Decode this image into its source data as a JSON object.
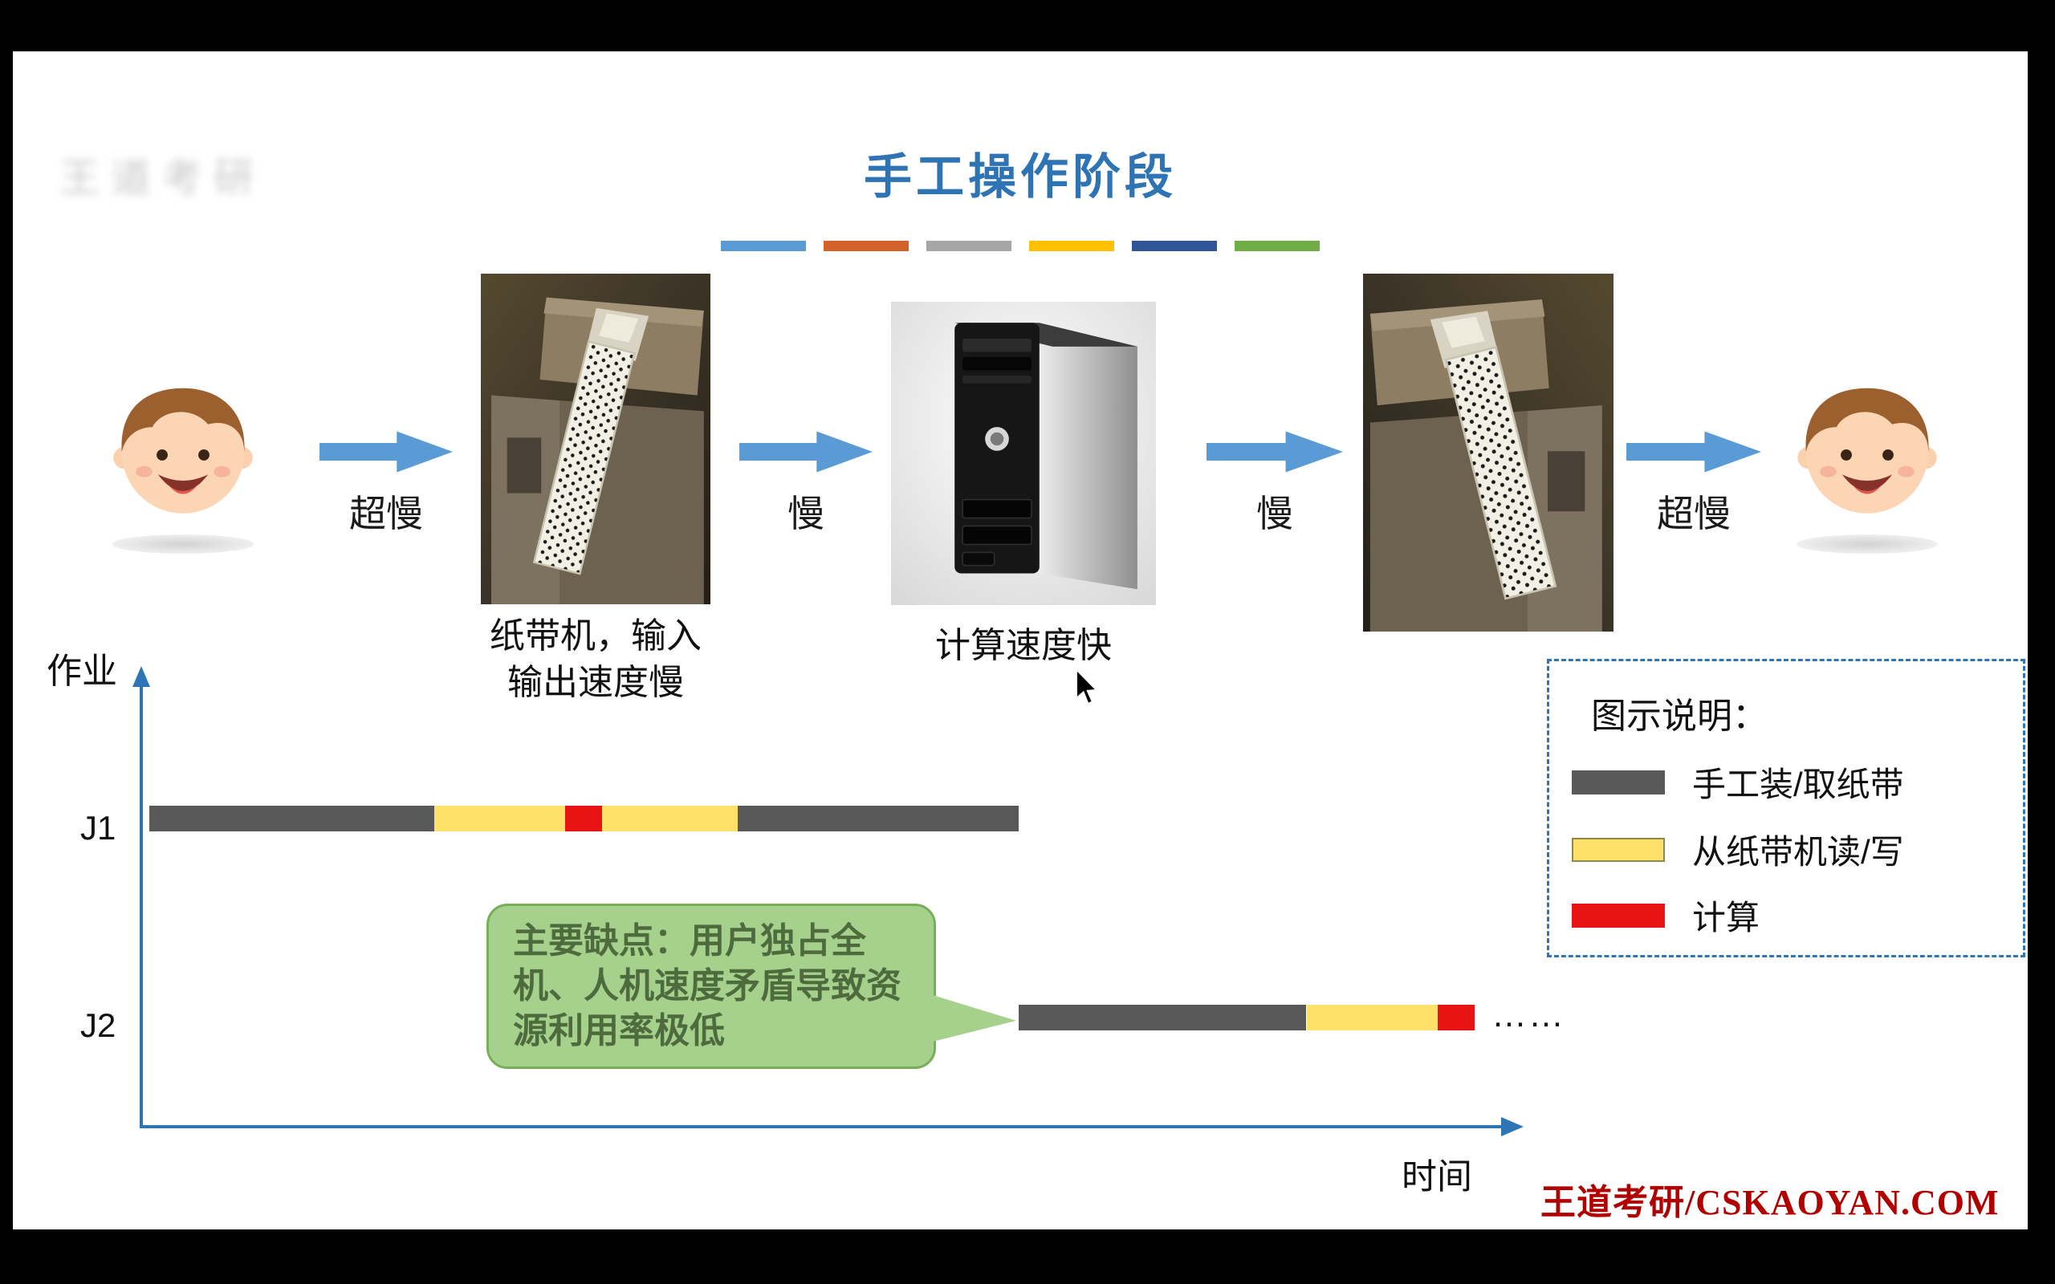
{
  "title": "手工操作阶段",
  "watermark": "王道考研",
  "flow": {
    "arrow_labels": [
      "超慢",
      "慢",
      "慢",
      "超慢"
    ],
    "tape_caption": "纸带机，输入\n输出速度慢",
    "computer_caption": "计算速度快"
  },
  "bubble": {
    "text": "主要缺点：用户独占全机、人机速度矛盾导致资源利用率极低"
  },
  "legend": {
    "title": "图示说明：",
    "items": [
      {
        "label": "手工装/取纸带",
        "color_key": "manual"
      },
      {
        "label": "从纸带机读/写",
        "color_key": "tape_io"
      },
      {
        "label": "计算",
        "color_key": "compute"
      }
    ]
  },
  "footer": "王道考研/CSKAOYAN.COM",
  "colors": {
    "keyed": {
      "manual": "#595959",
      "tape_io": "#FFE069",
      "compute": "#E81414",
      "arrow": "#5B9BD5",
      "axis": "#2E75B6",
      "dash1": "#5B9BD5",
      "dash2": "#D2622A",
      "dash3": "#A6A6A6",
      "dash4": "#FFC000",
      "dash5": "#2F5597",
      "dash6": "#70AD47"
    },
    "title": "#2E74B5",
    "footer": "#B00000",
    "bubble_fill": "#A5D18C",
    "bubble_border": "#77AE58"
  },
  "chart_data": {
    "type": "bar",
    "variant": "gantt-timeline",
    "x_axis_label": "时间",
    "y_axis_label": "作业",
    "axis_range_units": [
      0,
      100
    ],
    "grid": false,
    "ellipsis": "……",
    "rows": [
      {
        "label": "J1",
        "segments": [
          {
            "type": "手工装/取纸带",
            "color_key": "manual",
            "start": 0.7,
            "end": 21.6
          },
          {
            "type": "从纸带机读/写",
            "color_key": "tape_io",
            "start": 21.6,
            "end": 31.2
          },
          {
            "type": "计算",
            "color_key": "compute",
            "start": 31.2,
            "end": 33.9
          },
          {
            "type": "从纸带机读/写",
            "color_key": "tape_io",
            "start": 33.9,
            "end": 43.8
          },
          {
            "type": "手工装/取纸带",
            "color_key": "manual",
            "start": 43.8,
            "end": 64.4
          }
        ]
      },
      {
        "label": "J2",
        "segments": [
          {
            "type": "手工装/取纸带",
            "color_key": "manual",
            "start": 64.4,
            "end": 85.5
          },
          {
            "type": "从纸带机读/写",
            "color_key": "tape_io",
            "start": 85.5,
            "end": 95.1
          },
          {
            "type": "计算",
            "color_key": "compute",
            "start": 95.1,
            "end": 97.8
          }
        ],
        "suffix": "……"
      }
    ]
  }
}
